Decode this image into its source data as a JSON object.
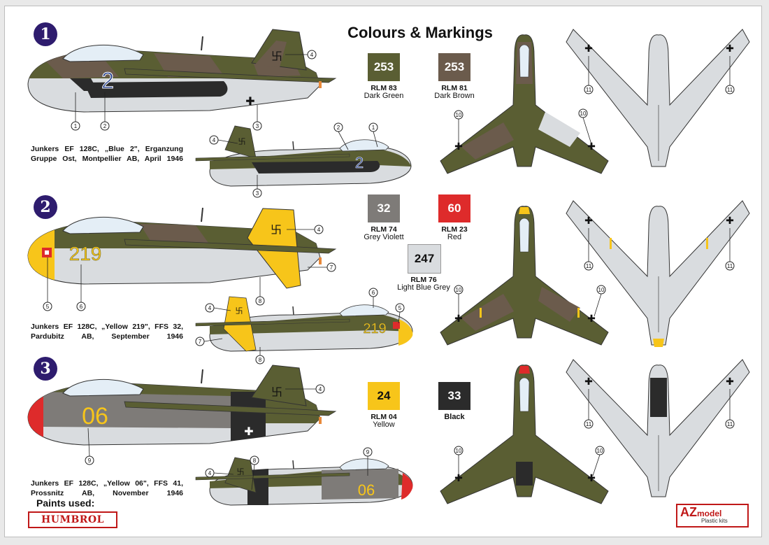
{
  "title": "Colours & Markings",
  "schemes": [
    {
      "number": "1",
      "caption": "Junkers EF 128C, „Blue 2\", Erganzung Gruppe Ost, Montpellier AB, April 1946",
      "side_code": "2"
    },
    {
      "number": "2",
      "caption": "Junkers EF 128C, „Yellow 219\", FFS 32, Pardubitz AB, September 1946",
      "side_code": "219"
    },
    {
      "number": "3",
      "caption": "Junkers EF 128C, „Yellow 06\", FFS 41, Prossnitz AB, November 1946",
      "side_code": "06"
    }
  ],
  "swatches": [
    {
      "humbrol": "253",
      "code": "RLM 83",
      "name": "Dark Green",
      "color": "#5a5e33"
    },
    {
      "humbrol": "253",
      "code": "RLM 81",
      "name": "Dark Brown",
      "color": "#6b5b4c"
    },
    {
      "humbrol": "32",
      "code": "RLM 74",
      "name": "Grey Violett",
      "color": "#7e7b78"
    },
    {
      "humbrol": "60",
      "code": "RLM 23",
      "name": "Red",
      "color": "#de2b2b"
    },
    {
      "humbrol": "247",
      "code": "RLM 76",
      "name": "Light Blue Grey",
      "color": "#d9dcdf"
    },
    {
      "humbrol": "24",
      "code": "RLM 04",
      "name": "Yellow",
      "color": "#f7c51a"
    },
    {
      "humbrol": "33",
      "code": "",
      "name": "Black",
      "color": "#2b2b2b"
    }
  ],
  "paints_used_label": "Paints used:",
  "paint_brand": "HUMBROL",
  "logo": {
    "az": "AZ",
    "model": "model",
    "sub": "Plastic kits"
  },
  "callouts": [
    "1",
    "2",
    "3",
    "4",
    "5",
    "6",
    "7",
    "8",
    "9",
    "10",
    "11"
  ],
  "colors": {
    "scheme_badge": "#2e1c6e",
    "brand_red": "#c01818",
    "under_grey": "#d9dcdf",
    "green": "#5a5e33",
    "brown": "#6b5b4c"
  }
}
